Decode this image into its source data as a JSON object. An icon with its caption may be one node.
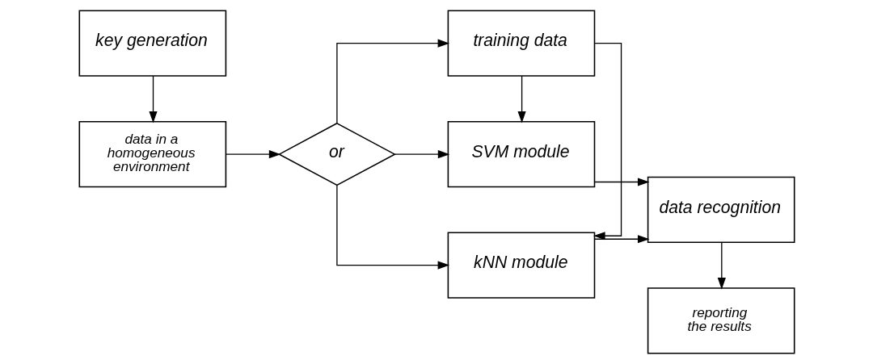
{
  "diagram": {
    "nodes": [
      {
        "text": [
          "key generation"
        ]
      },
      {
        "text": [
          "data in a homogeneous environment"
        ]
      },
      {
        "text": [
          "or"
        ]
      },
      {
        "text": [
          "kNN module"
        ]
      },
      {
        "text": [
          "training data"
        ]
      },
      {
        "text": [
          "SVM module"
        ]
      },
      {
        "text": [
          "data recognition"
        ]
      },
      {
        "text": [
          "reporting the results"
        ]
      }
    ],
    "edges": [
      {
        "from": 0,
        "to": 1,
        "arrow": "to"
      },
      {
        "from": 1,
        "to": 2,
        "arrow": "to"
      },
      {
        "from": 2,
        "to": 3,
        "arrow": "to"
      },
      {
        "from": 2,
        "to": 4,
        "arrow": "to"
      },
      {
        "from": 2,
        "to": 5,
        "arrow": "to"
      },
      {
        "from": 4,
        "to": 3,
        "arrow": "to"
      },
      {
        "from": 4,
        "to": 5,
        "arrow": "to"
      },
      {
        "from": 3,
        "to": 6,
        "arrow": "to"
      },
      {
        "from": 5,
        "to": 6,
        "arrow": "to"
      },
      {
        "from": 6,
        "to": 7,
        "arrow": "to"
      }
    ]
  }
}
